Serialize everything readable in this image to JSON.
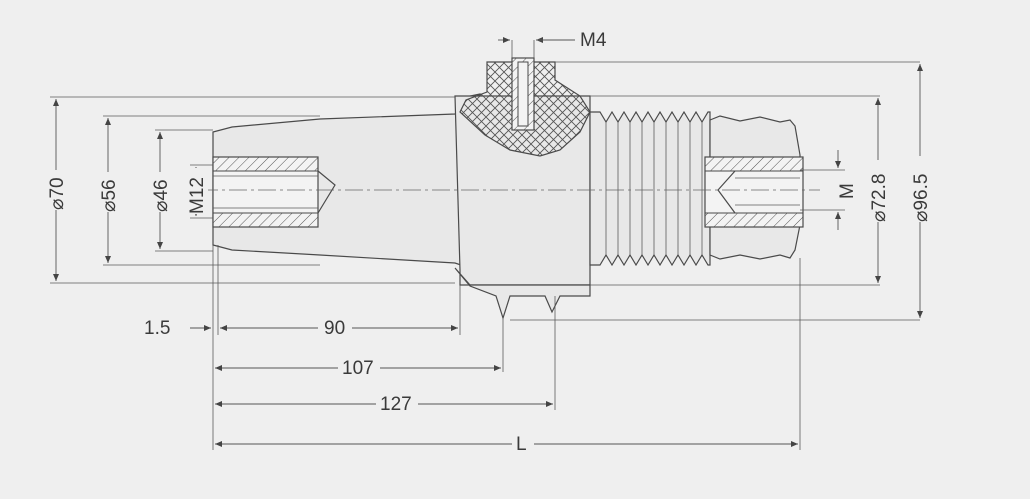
{
  "labels": {
    "m4": "M4",
    "d70": "⌀70",
    "d56": "⌀56",
    "d46": "⌀46",
    "m12": "M12",
    "m": "M",
    "d72_8": "⌀72.8",
    "d96_5": "⌀96.5",
    "l1_5": "1.5",
    "l90": "90",
    "l107": "107",
    "l127": "127",
    "lL": "L"
  },
  "colors": {
    "background": "#efefef",
    "line": "#4a4a4a"
  }
}
